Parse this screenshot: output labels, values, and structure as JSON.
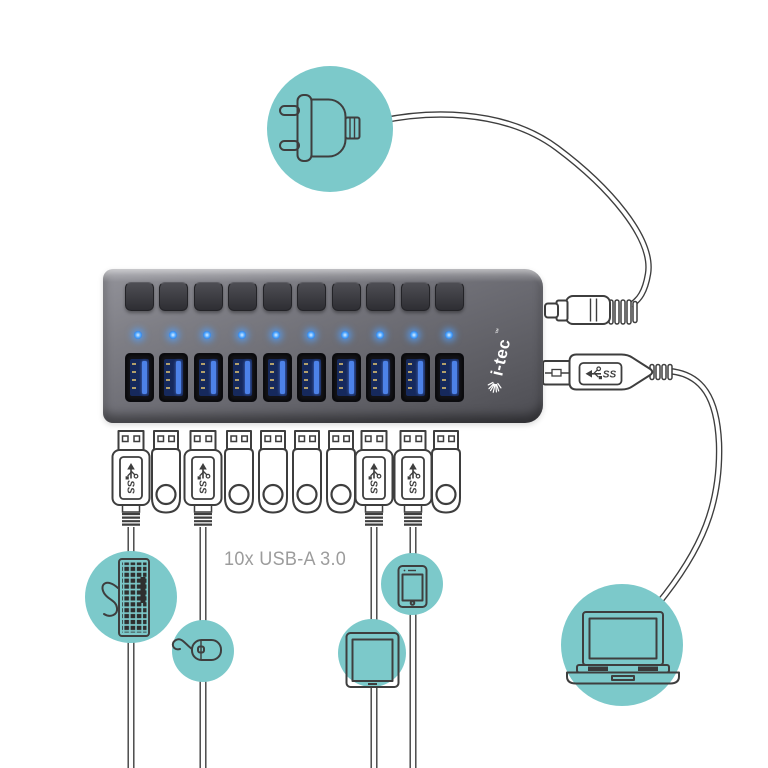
{
  "hub": {
    "brand": "i-tec",
    "trademark": "™",
    "buttons_count": 10,
    "leds_count": 10,
    "ports_count": 10
  },
  "caption": {
    "label": "10x USB-A 3.0"
  },
  "connectors": {
    "ss_label": "SS",
    "row": [
      "usb-a-plug-ss",
      "usb-stick",
      "usb-a-plug-ss",
      "usb-stick",
      "usb-stick",
      "usb-stick",
      "usb-stick",
      "usb-a-plug-ss",
      "usb-a-plug-ss",
      "usb-stick"
    ],
    "right_side": [
      "dc-power-connector",
      "usb-data-connector-ss"
    ]
  },
  "devices": [
    "power-plug",
    "keyboard",
    "mouse",
    "tablet",
    "smartphone",
    "laptop"
  ],
  "colors": {
    "teal": "#7cc9ca",
    "line": "#3e3e3e",
    "caption_gray": "#9c9c9c",
    "led": "#4fa8ff",
    "port_blue": "#4d82e8",
    "hub_dark": "#4c4c52",
    "hub_light": "#93939a"
  }
}
